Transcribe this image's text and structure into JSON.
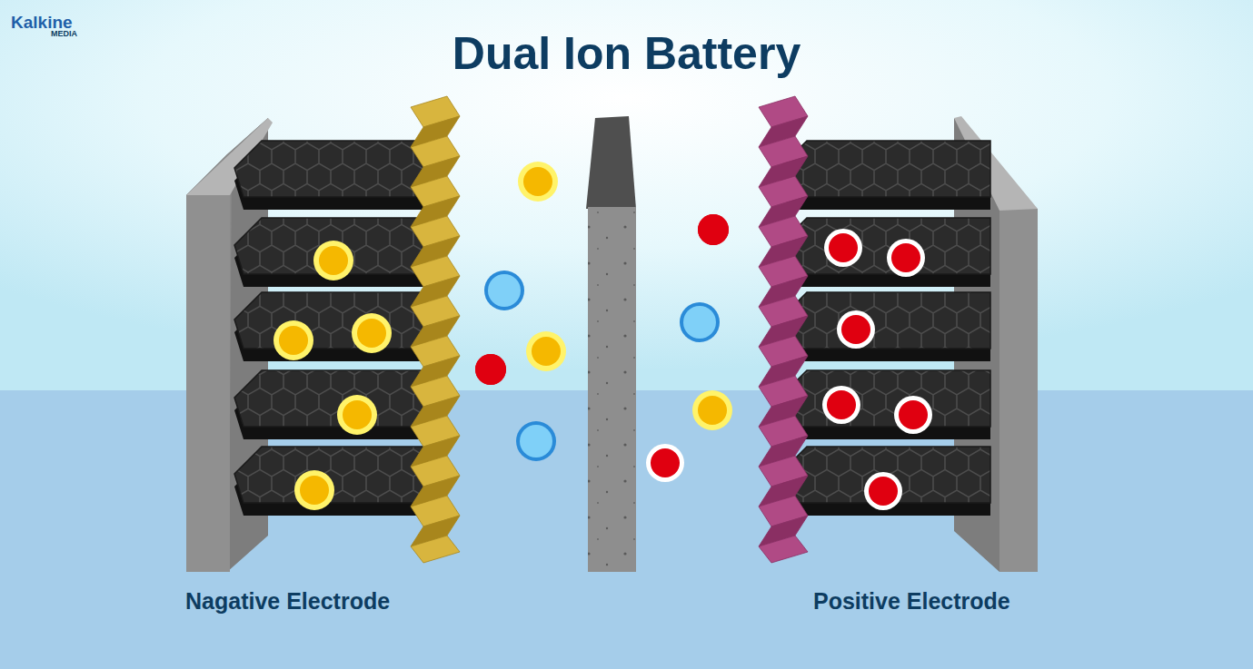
{
  "diagram": {
    "title": "Dual Ion Battery",
    "labels": [
      "Kalkine",
      "MEDIA",
      "Nagative Electrode",
      "Positive Electrode"
    ]
  }
}
